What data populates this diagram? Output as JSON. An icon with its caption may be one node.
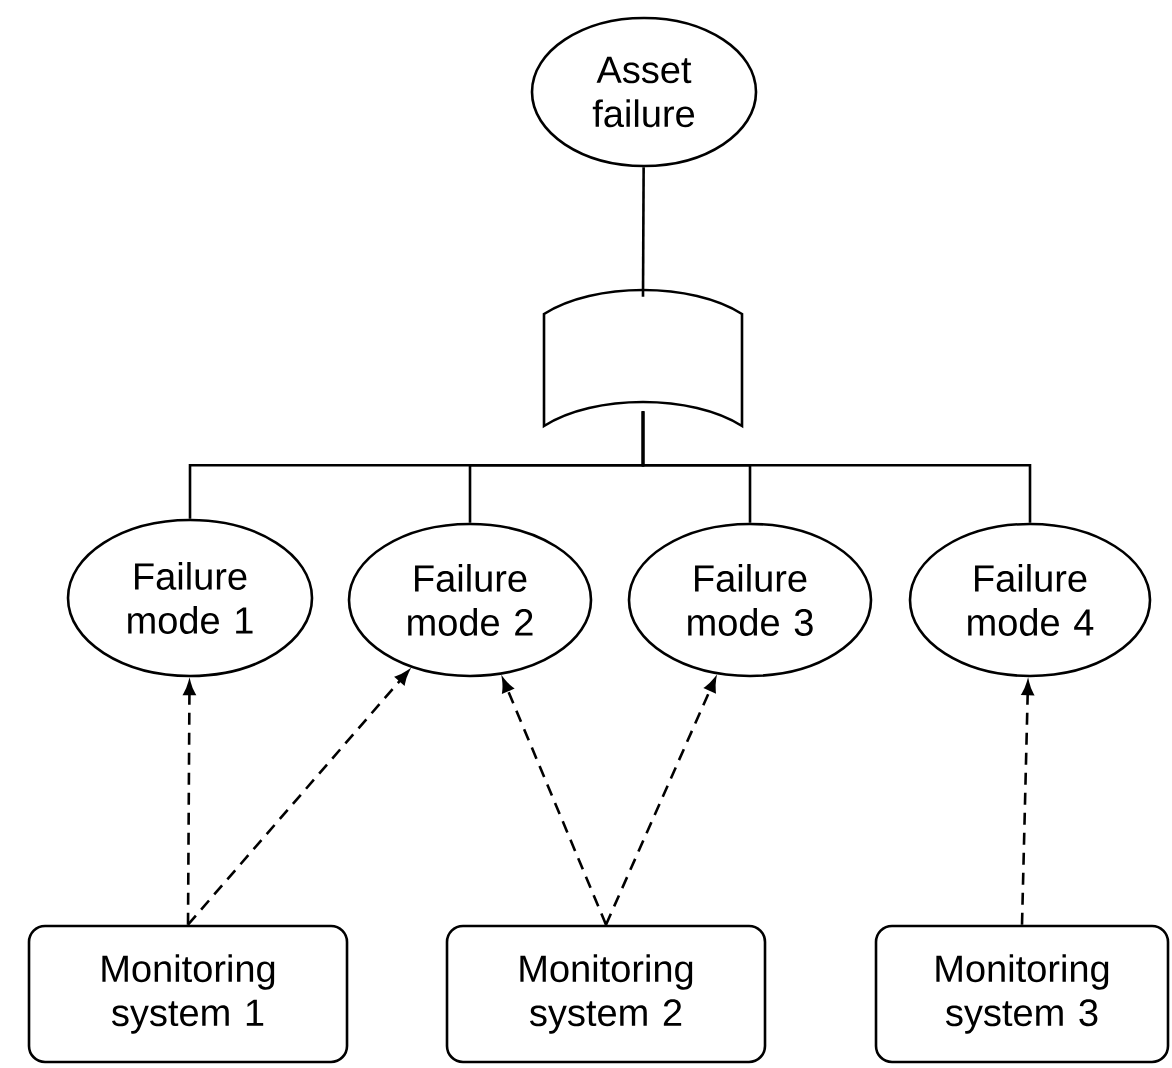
{
  "diagram": {
    "nodes": [
      {
        "text": [
          "Asset failure"
        ]
      },
      {
        "text": [],
        "shape": "gate"
      },
      {
        "text": [
          "Failure mode 1"
        ]
      },
      {
        "text": [
          "Failure mode 2"
        ]
      },
      {
        "text": [
          "Failure mode 3"
        ]
      },
      {
        "text": [
          "Failure mode 4"
        ]
      },
      {
        "text": [
          "Monitoring system 1"
        ]
      },
      {
        "text": [
          "Monitoring system 2"
        ]
      },
      {
        "text": [
          "Monitoring system 3"
        ]
      }
    ],
    "edges": [
      {
        "from": 0,
        "to": 1,
        "arrow": "none"
      },
      {
        "from": 1,
        "to": 2,
        "arrow": "none"
      },
      {
        "from": 1,
        "to": 3,
        "arrow": "none"
      },
      {
        "from": 1,
        "to": 4,
        "arrow": "none"
      },
      {
        "from": 1,
        "to": 5,
        "arrow": "none"
      },
      {
        "from": 6,
        "to": 2,
        "arrow": "to",
        "style": "dashed"
      },
      {
        "from": 6,
        "to": 3,
        "arrow": "to",
        "style": "dashed"
      },
      {
        "from": 7,
        "to": 3,
        "arrow": "to",
        "style": "dashed"
      },
      {
        "from": 7,
        "to": 4,
        "arrow": "to",
        "style": "dashed"
      },
      {
        "from": 8,
        "to": 5,
        "arrow": "to",
        "style": "dashed"
      }
    ]
  }
}
